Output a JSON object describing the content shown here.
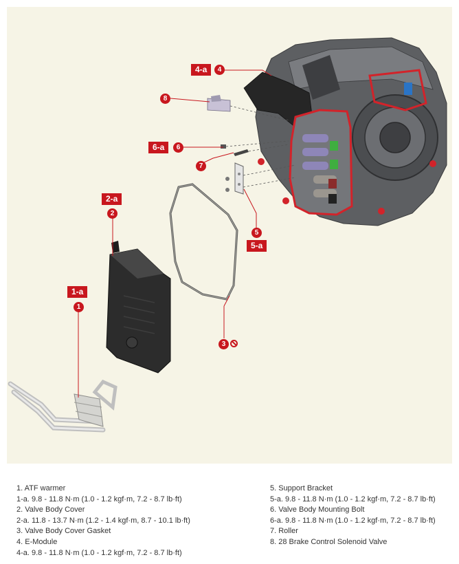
{
  "callouts": {
    "c1": {
      "tag": "1-a",
      "num": "1"
    },
    "c2": {
      "tag": "2-a",
      "num": "2"
    },
    "c3": {
      "num": "3"
    },
    "c4": {
      "tag": "4-a",
      "num": "4"
    },
    "c5": {
      "tag": "5-a",
      "num": "5"
    },
    "c6": {
      "tag": "6-a",
      "num": "6"
    },
    "c7": {
      "num": "7"
    },
    "c8": {
      "num": "8"
    }
  },
  "legend": {
    "left": [
      "1. ATF warmer",
      "1-a. 9.8 - 11.8 N·m (1.0 - 1.2 kgf·m, 7.2 - 8.7 lb·ft)",
      "2. Valve Body Cover",
      "2-a. 11.8 - 13.7 N·m (1.2 - 1.4 kgf·m, 8.7 - 10.1 lb·ft)",
      "3. Valve Body Cover Gasket",
      "4. E-Module",
      "4-a. 9.8 - 11.8 N·m (1.0 - 1.2 kgf·m, 7.2 - 8.7 lb·ft)"
    ],
    "right": [
      "5. Support Bracket",
      "5-a. 9.8 - 11.8 N·m (1.0 - 1.2 kgf·m, 7.2 - 8.7 lb·ft)",
      "6. Valve Body Mounting Bolt",
      "6-a. 9.8 - 11.8 N·m (1.0 - 1.2 kgf·m, 7.2 - 8.7 lb·ft)",
      "7. Roller",
      "8. 28 Brake Control Solenoid Valve"
    ]
  },
  "colors": {
    "callout_red": "#c8171e",
    "panel_bg": "#f6f4e6",
    "part_dark": "#2c2c2c",
    "transmission_gray": "#5d5f62"
  }
}
